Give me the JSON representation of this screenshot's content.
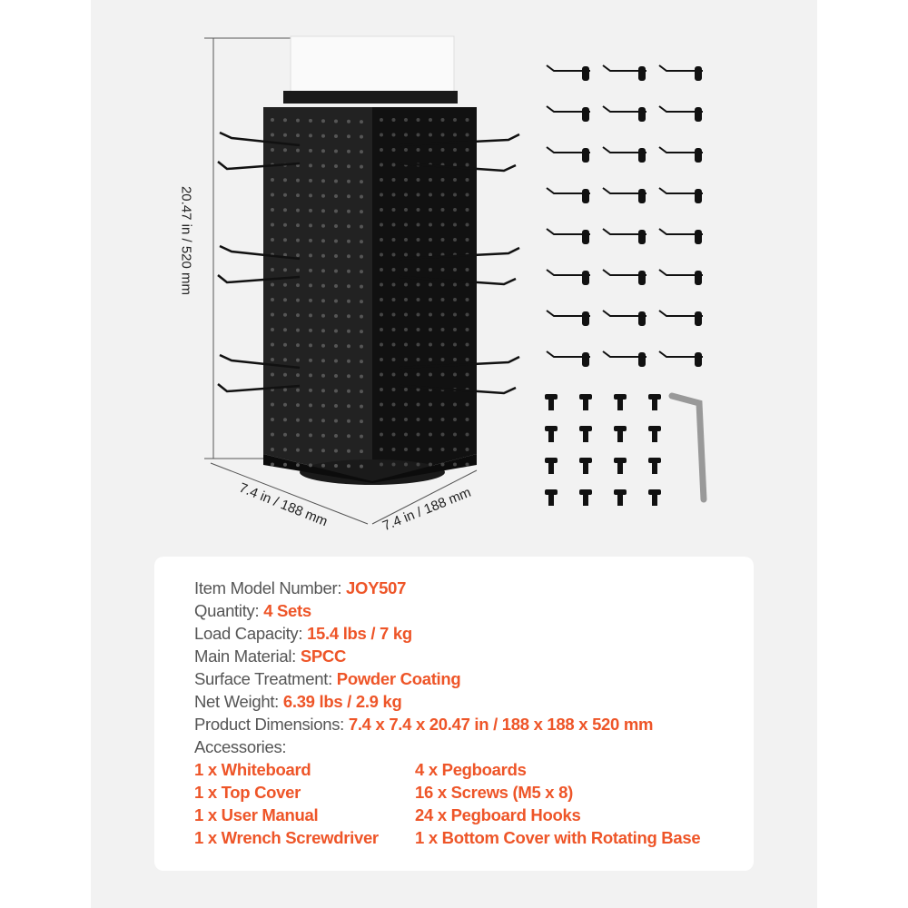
{
  "dimensions": {
    "height": "20.47 in / 520 mm",
    "width_left": "7.4 in / 188 mm",
    "width_right": "7.4 in / 188 mm"
  },
  "specs": [
    {
      "label": "Item Model Number:",
      "value": "JOY507"
    },
    {
      "label": "Quantity:",
      "value": "4 Sets"
    },
    {
      "label": "Load Capacity:",
      "value": "15.4 lbs / 7 kg"
    },
    {
      "label": "Main Material:",
      "value": "SPCC"
    },
    {
      "label": "Surface Treatment:",
      "value": "Powder Coating"
    },
    {
      "label": "Net Weight:",
      "value": "6.39 lbs / 2.9 kg"
    },
    {
      "label": "Product Dimensions:",
      "value": "7.4 x 7.4 x 20.47 in / 188 x 188 x 520 mm"
    }
  ],
  "accessories_label": "Accessories:",
  "accessories": [
    "1 x Whiteboard",
    "4 x Pegboards",
    "1 x Top Cover",
    "16 x Screws (M5 x 8)",
    "1 x User Manual",
    "24 x Pegboard Hooks",
    "1 x Wrench Screwdriver",
    "1 x Bottom Cover with Rotating Base"
  ],
  "colors": {
    "accent": "#ee5528",
    "background": "#f2f2f2",
    "card": "#ffffff"
  }
}
